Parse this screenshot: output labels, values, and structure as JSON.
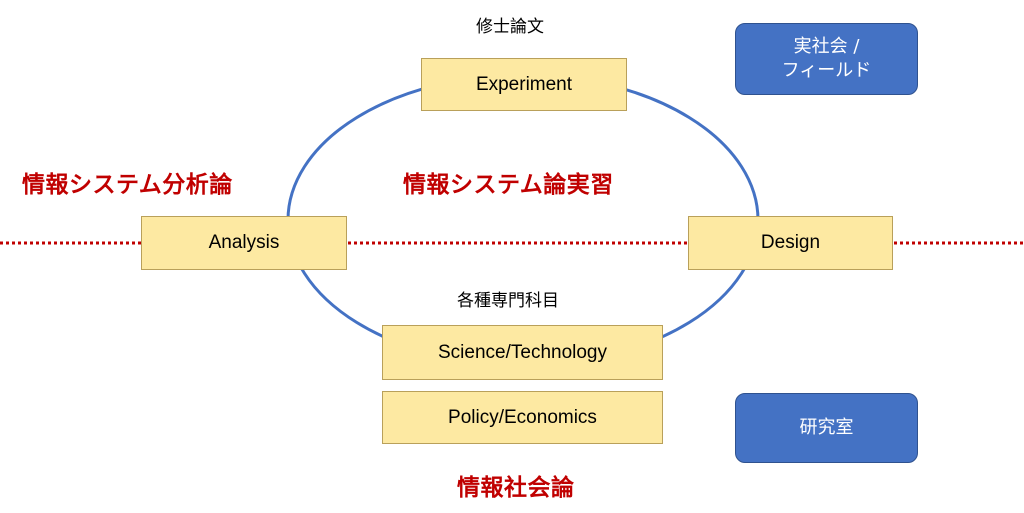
{
  "top_caption": "修士論文",
  "middle_caption": "各種専門科目",
  "boxes": {
    "experiment": "Experiment",
    "analysis": "Analysis",
    "design": "Design",
    "science": "Science/Technology",
    "policy": "Policy/Economics"
  },
  "blue_boxes": {
    "field_line1": "実社会 /",
    "field_line2": "フィールド",
    "lab": "研究室"
  },
  "red_labels": {
    "left": "情報システム分析論",
    "center": "情報システム論実習",
    "bottom": "情報社会論"
  },
  "colors": {
    "ellipse": "#4472c4",
    "dotted_line": "#c00000",
    "box_fill": "#fde9a2",
    "blue_box_fill": "#4472c4",
    "red_text": "#c00000"
  }
}
